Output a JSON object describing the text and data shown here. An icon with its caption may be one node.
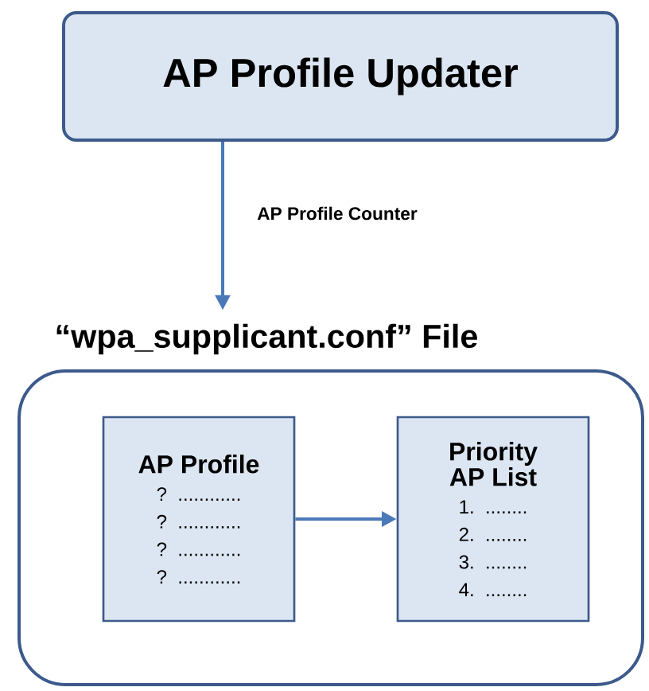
{
  "diagram": {
    "nodes": [
      {
        "text": [
          "AP Profile Updater"
        ]
      },
      {
        "text": [
          "“wpa_supplicant.conf” File"
        ]
      },
      {
        "text": [
          "AP Profile",
          "? ............",
          "? ............",
          "? ............",
          "? ............"
        ],
        "in": 1
      },
      {
        "text": [
          "Priority AP List",
          "1. ........",
          "2. ........",
          "3. ........",
          "4. ........"
        ],
        "in": 1
      }
    ],
    "edges": [
      {
        "from": 0,
        "to": 1,
        "arrow": "to",
        "label": "AP Profile Counter"
      },
      {
        "from": 2,
        "to": 3,
        "arrow": "to"
      }
    ]
  }
}
